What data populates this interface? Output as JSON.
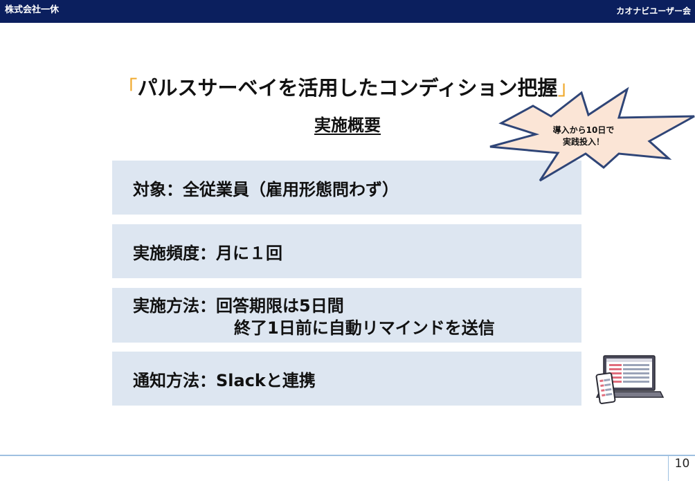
{
  "header": {
    "company": "株式会社一休",
    "event": "カオナビユーザー会"
  },
  "title": {
    "open_bracket": "「",
    "text": "パルスサーベイを活用したコンディション把握",
    "close_bracket": "」"
  },
  "subtitle": "実施概要",
  "callout": {
    "line1": "導入から10日で",
    "line2": "実践投入！"
  },
  "items": [
    {
      "line1": "対象：全従業員（雇用形態問わず）"
    },
    {
      "line1": "実施頻度：月に１回"
    },
    {
      "line1": "実施方法：回答期限は5日間",
      "line2": "終了1日前に自動リマインドを送信"
    },
    {
      "line1": "通知方法：Slackと連携"
    }
  ],
  "footer": {
    "page_number": "10"
  },
  "colors": {
    "header_bg": "#0b1f5e",
    "box_bg": "#dde6f1",
    "bracket": "#f0a82a",
    "starburst_fill": "#fbe5d6",
    "starburst_stroke": "#2f4577",
    "footer_line": "#9ec0e0"
  }
}
